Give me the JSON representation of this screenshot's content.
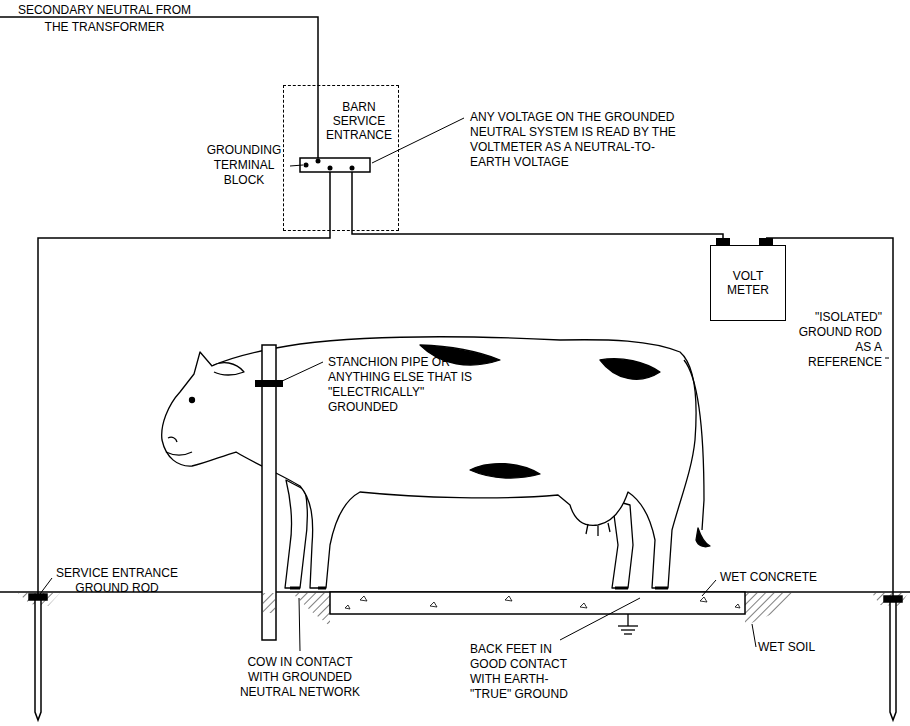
{
  "diagram": {
    "nodes": [
      {
        "text": [
          "BARN SERVICE ENTRANCE"
        ]
      },
      {
        "text": [
          "VOLT METER"
        ]
      }
    ],
    "edges": [
      {
        "from": 0,
        "to": 1,
        "arrow": "none"
      }
    ],
    "labels": [
      "SECONDARY NEUTRAL FROM THE TRANSFORMER",
      "GROUNDING TERMINAL BLOCK",
      "ANY VOLTAGE ON THE GROUNDED NEUTRAL SYSTEM IS READ BY THE VOLTMETER AS A NEUTRAL-TO-EARTH VOLTAGE",
      "STANCHION PIPE OR ANYTHING ELSE THAT IS \"ELECTRICALLY\" GROUNDED",
      "\"ISOLATED\" GROUND ROD AS A REFERENCE",
      "SERVICE ENTRANCE GROUND ROD",
      "WET CONCRETE",
      "WET SOIL",
      "COW IN CONTACT WITH GROUNDED NEUTRAL NETWORK",
      "BACK FEET IN GOOD CONTACT WITH EARTH-\"TRUE\" GROUND"
    ]
  }
}
